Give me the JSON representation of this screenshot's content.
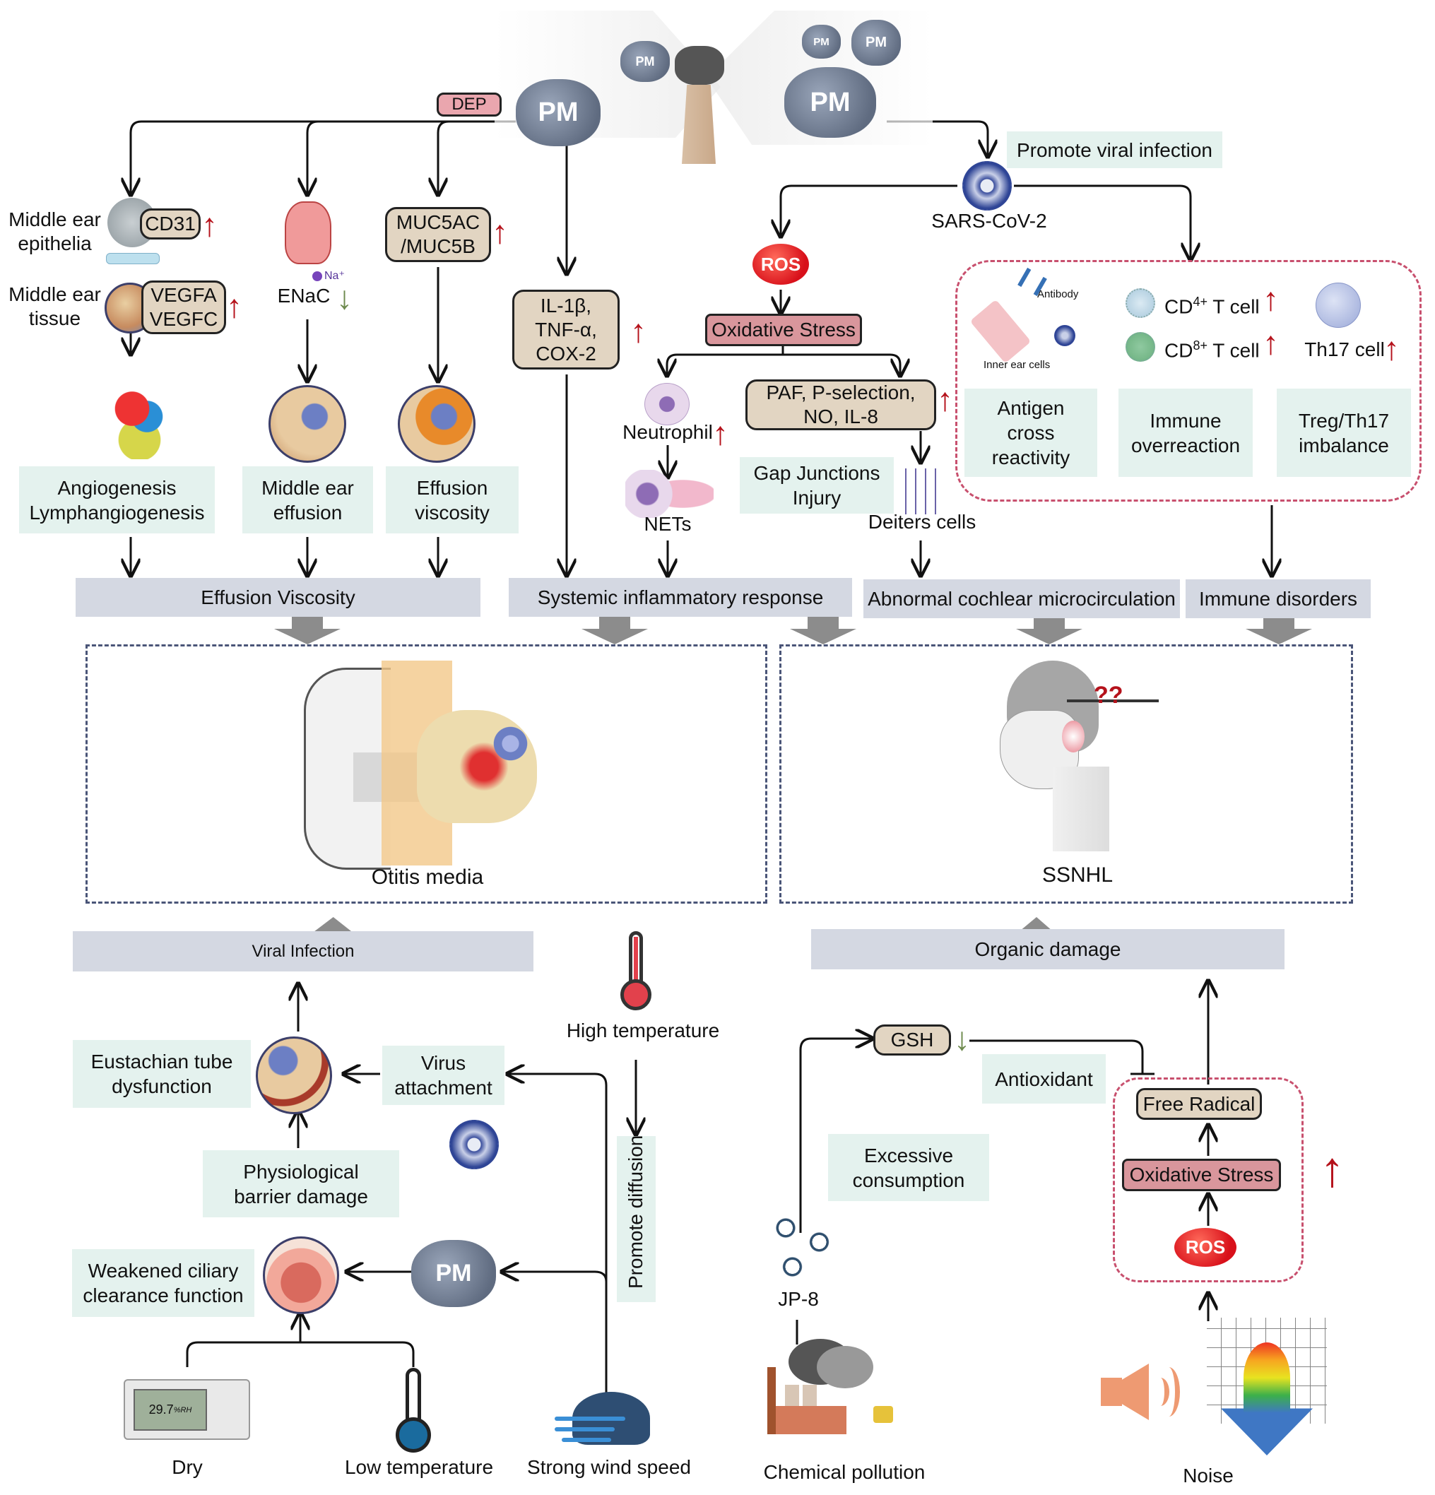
{
  "top": {
    "pm_labels": [
      "PM",
      "PM",
      "PM",
      "PM",
      "PM"
    ],
    "dep": "DEP",
    "promote_viral_infection": "Promote viral infection",
    "sars": "SARS-CoV-2",
    "ros": "ROS",
    "oxidative_stress": "Oxidative Stress"
  },
  "left_branch": {
    "middle_ear_epithelia": [
      "Middle ear",
      "epithelia"
    ],
    "cd31": "CD31",
    "middle_ear_tissue": [
      "Middle ear",
      "tissue"
    ],
    "vegf": [
      "VEGFA",
      "VEGFC"
    ],
    "enac": "ENaC",
    "na": "Na⁺",
    "muc": [
      "MUC5AC",
      "/MUC5B"
    ],
    "angiogenesis": [
      "Angiogenesis",
      "Lymphangiogenesis"
    ],
    "middle_ear_effusion": [
      "Middle ear",
      "effusion"
    ],
    "effusion_viscosity": [
      "Effusion",
      "viscosity"
    ],
    "cytokines": [
      "IL-1β,",
      "TNF-α,",
      "COX-2"
    ]
  },
  "middle_branch": {
    "neutrophil": "Neutrophil",
    "nets": "NETs",
    "paf": [
      "PAF, P-selection,",
      "NO, IL-8"
    ],
    "gap_junctions": [
      "Gap Junctions",
      "Injury"
    ],
    "deiters": "Deiters cells"
  },
  "immune_box": {
    "antibody": "Antibody",
    "inner_ear_cells": "Inner ear cells",
    "cd4": {
      "base": "CD",
      "sup": "4+",
      "rest": " T cell"
    },
    "cd8": {
      "base": "CD",
      "sup": "8+",
      "rest": " T cell"
    },
    "th17": "Th17 cell",
    "antigen": [
      "Antigen",
      "cross",
      "reactivity"
    ],
    "immune_overreaction": [
      "Immune",
      "overreaction"
    ],
    "treg": [
      "Treg/Th17",
      "imbalance"
    ]
  },
  "bars": {
    "effusion_viscosity": "Effusion Viscosity",
    "systemic": "Systemic inflammatory response",
    "cochlear": "Abnormal cochlear microcirculation",
    "immune": "Immune disorders",
    "viral_infection": "Viral Infection",
    "organic_damage": "Organic damage"
  },
  "outcomes": {
    "otitis": "Otitis media",
    "ssnhl": "SSNHL"
  },
  "bottom_left": {
    "high_temp": "High temperature",
    "promote_diffusion": "Promote diffusion",
    "eustachian": [
      "Eustachian tube",
      "dysfunction"
    ],
    "virus_attachment": [
      "Virus",
      "attachment"
    ],
    "physiological": [
      "Physiological",
      "barrier damage"
    ],
    "weakened": [
      "Weakened ciliary",
      "clearance function"
    ],
    "pm": "PM",
    "humidity_reading": "29.7",
    "humidity_unit": "%RH",
    "dry": "Dry",
    "low_temp": "Low temperature",
    "wind": "Strong wind speed"
  },
  "bottom_right": {
    "gsh": "GSH",
    "antioxidant": "Antioxidant",
    "excessive": [
      "Excessive",
      "consumption"
    ],
    "free_radical": "Free Radical",
    "oxidative_stress": "Oxidative Stress",
    "ros": "ROS",
    "jp8": "JP-8",
    "chemical": "Chemical pollution",
    "noise": "Noise"
  },
  "colors": {
    "up_arrow": "#b5121b",
    "down_arrow": "#6e8a4e",
    "mint_box": "#e4f2ee",
    "gray_bar": "#d4d8e2",
    "beige_box": "#e2d5c2",
    "pink_box": "#d9969c",
    "dashed_outcome": "#4a5578",
    "dashed_pink": "#c8506e"
  }
}
